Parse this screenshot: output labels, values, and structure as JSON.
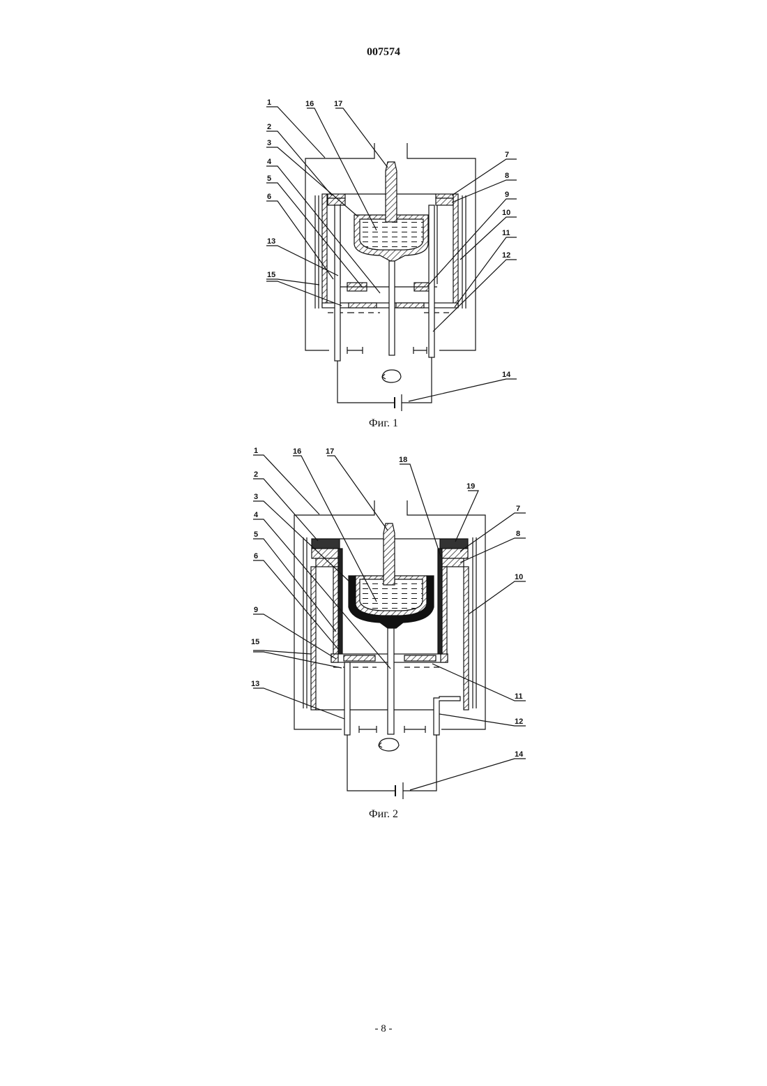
{
  "document_number": "007574",
  "figure1": {
    "caption": "Фиг. 1",
    "labels": [
      "1",
      "2",
      "3",
      "4",
      "5",
      "6",
      "13",
      "15",
      "16",
      "17",
      "7",
      "8",
      "9",
      "10",
      "11",
      "12",
      "14"
    ]
  },
  "figure2": {
    "caption": "Фиг. 2",
    "labels": [
      "1",
      "2",
      "3",
      "4",
      "5",
      "6",
      "9",
      "15",
      "13",
      "16",
      "17",
      "18",
      "19",
      "7",
      "8",
      "10",
      "11",
      "12",
      "14"
    ]
  },
  "page_number": "- 8 -"
}
